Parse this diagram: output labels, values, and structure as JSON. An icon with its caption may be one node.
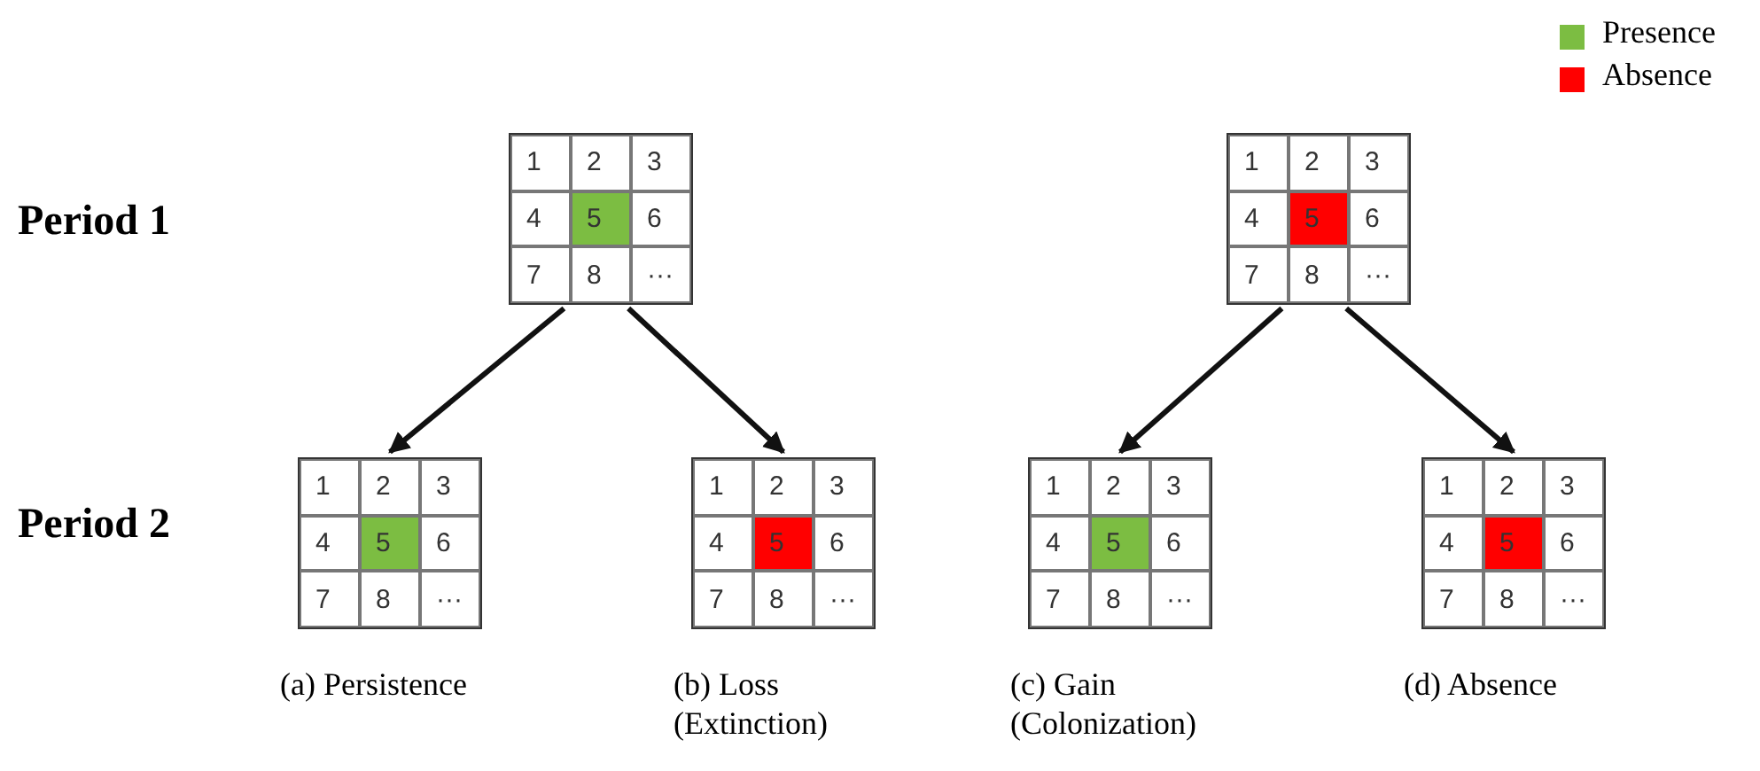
{
  "diagram": {
    "nodes": [
      {
        "text": [],
        "shape": "box"
      },
      {
        "text": [
          "1"
        ],
        "in": 0
      },
      {
        "text": [
          "2"
        ],
        "in": 0
      },
      {
        "text": [
          "3"
        ],
        "in": 0
      },
      {
        "text": [
          "4"
        ],
        "in": 0
      },
      {
        "text": [
          "5"
        ],
        "in": 0
      },
      {
        "text": [
          "6"
        ],
        "in": 0
      },
      {
        "text": [
          "7"
        ],
        "in": 0
      },
      {
        "text": [
          "8"
        ],
        "in": 0
      },
      {
        "text": [
          "···"
        ],
        "in": 0
      },
      {
        "text": [],
        "shape": "box"
      },
      {
        "text": [
          "1"
        ],
        "in": 10
      },
      {
        "text": [
          "2"
        ],
        "in": 10
      },
      {
        "text": [
          "3"
        ],
        "in": 10
      },
      {
        "text": [
          "4"
        ],
        "in": 10
      },
      {
        "text": [
          "5"
        ],
        "in": 10
      },
      {
        "text": [
          "6"
        ],
        "in": 10
      },
      {
        "text": [
          "7"
        ],
        "in": 10
      },
      {
        "text": [
          "8"
        ],
        "in": 10
      },
      {
        "text": [
          "···"
        ],
        "in": 10
      },
      {
        "text": [],
        "shape": "box",
        "beside": [
          "(a) Persistence"
        ]
      },
      {
        "text": [
          "1"
        ],
        "in": 20
      },
      {
        "text": [
          "2"
        ],
        "in": 20
      },
      {
        "text": [
          "3"
        ],
        "in": 20
      },
      {
        "text": [
          "4"
        ],
        "in": 20
      },
      {
        "text": [
          "5"
        ],
        "in": 20
      },
      {
        "text": [
          "6"
        ],
        "in": 20
      },
      {
        "text": [
          "7"
        ],
        "in": 20
      },
      {
        "text": [
          "8"
        ],
        "in": 20
      },
      {
        "text": [
          "···"
        ],
        "in": 20
      },
      {
        "text": [],
        "shape": "box",
        "beside": [
          "(b) Loss (Extinction)"
        ]
      },
      {
        "text": [
          "1"
        ],
        "in": 30
      },
      {
        "text": [
          "2"
        ],
        "in": 30
      },
      {
        "text": [
          "3"
        ],
        "in": 30
      },
      {
        "text": [
          "4"
        ],
        "in": 30
      },
      {
        "text": [
          "5"
        ],
        "in": 30
      },
      {
        "text": [
          "6"
        ],
        "in": 30
      },
      {
        "text": [
          "7"
        ],
        "in": 30
      },
      {
        "text": [
          "8"
        ],
        "in": 30
      },
      {
        "text": [
          "···"
        ],
        "in": 30
      },
      {
        "text": [],
        "shape": "box",
        "beside": [
          "(c) Gain (Colonization)"
        ]
      },
      {
        "text": [
          "1"
        ],
        "in": 40
      },
      {
        "text": [
          "2"
        ],
        "in": 40
      },
      {
        "text": [
          "3"
        ],
        "in": 40
      },
      {
        "text": [
          "4"
        ],
        "in": 40
      },
      {
        "text": [
          "5"
        ],
        "in": 40
      },
      {
        "text": [
          "6"
        ],
        "in": 40
      },
      {
        "text": [
          "7"
        ],
        "in": 40
      },
      {
        "text": [
          "8"
        ],
        "in": 40
      },
      {
        "text": [
          "···"
        ],
        "in": 40
      },
      {
        "text": [],
        "shape": "box",
        "beside": [
          "(d) Absence"
        ]
      },
      {
        "text": [
          "1"
        ],
        "in": 50
      },
      {
        "text": [
          "2"
        ],
        "in": 50
      },
      {
        "text": [
          "3"
        ],
        "in": 50
      },
      {
        "text": [
          "4"
        ],
        "in": 50
      },
      {
        "text": [
          "5"
        ],
        "in": 50
      },
      {
        "text": [
          "6"
        ],
        "in": 50
      },
      {
        "text": [
          "7"
        ],
        "in": 50
      },
      {
        "text": [
          "8"
        ],
        "in": 50
      },
      {
        "text": [
          "···"
        ],
        "in": 50
      }
    ],
    "edges": [
      {
        "from": 0,
        "to": 20,
        "arrow": "to"
      },
      {
        "from": 0,
        "to": 30,
        "arrow": "to"
      },
      {
        "from": 10,
        "to": 40,
        "arrow": "to"
      },
      {
        "from": 10,
        "to": 50,
        "arrow": "to"
      }
    ],
    "labels": [
      "Period 1",
      "Period 2"
    ],
    "legend": [
      {
        "text": "Presence",
        "color": "#7cbd42"
      },
      {
        "text": "Absence",
        "color": "#ff0000"
      }
    ]
  }
}
